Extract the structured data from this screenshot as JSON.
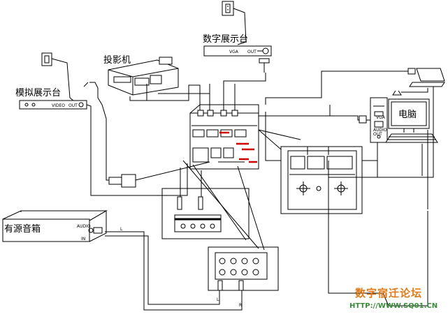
{
  "labels": {
    "digital_booth": "数字展示台",
    "projector": "投影机",
    "analog_booth": "模拟展示台",
    "computer": "电脑",
    "active_speaker": "有源音箱"
  },
  "ports": {
    "vga": "VGA",
    "out": "OUT",
    "video": "VIDEO",
    "audio": "AUDIO",
    "in": "IN",
    "l": "L",
    "r": "R"
  },
  "watermark": {
    "title": "数字宿迁论坛",
    "url": "HTTP://WWW.SQ01.CN"
  },
  "colors": {
    "line": "#000000",
    "accent_red": "#cc0000",
    "watermark_orange": "#e07a1a",
    "watermark_green": "#3a8a3a"
  }
}
